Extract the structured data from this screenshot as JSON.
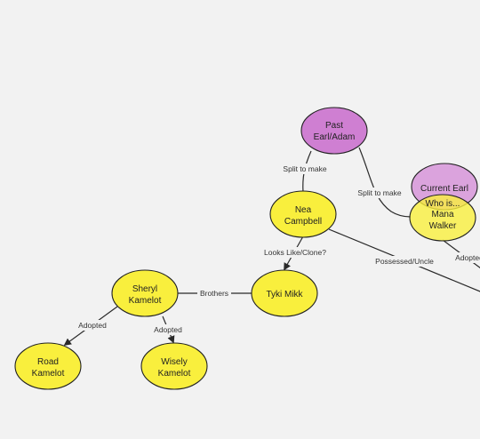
{
  "colors": {
    "background": "#f2f2f2",
    "yellow_node": "#f9ef3d",
    "magenta_node": "#cf7fd2",
    "light_magenta_node": "#dba3dd",
    "edge": "#2a2a2a"
  },
  "nodes": [
    {
      "id": "past_earl",
      "lines": [
        "Past",
        "Earl/Adam"
      ],
      "color": "magenta"
    },
    {
      "id": "current_earl",
      "lines": [
        "Current Earl"
      ],
      "color": "light_magenta"
    },
    {
      "id": "mana_walker",
      "lines": [
        "Mana",
        "Walker"
      ],
      "color": "yellow_translucent",
      "overlay_label": "Who is..."
    },
    {
      "id": "nea_campbell",
      "lines": [
        "Nea",
        "Campbell"
      ],
      "color": "yellow"
    },
    {
      "id": "tyki_mikk",
      "lines": [
        "Tyki Mikk"
      ],
      "color": "yellow"
    },
    {
      "id": "sheryl_kamelot",
      "lines": [
        "Sheryl",
        "Kamelot"
      ],
      "color": "yellow"
    },
    {
      "id": "road_kamelot",
      "lines": [
        "Road",
        "Kamelot"
      ],
      "color": "yellow"
    },
    {
      "id": "wisely_kamelot",
      "lines": [
        "Wisely",
        "Kamelot"
      ],
      "color": "yellow"
    }
  ],
  "edges": [
    {
      "id": "past_to_nea",
      "label": "Split to make",
      "from": "past_earl",
      "to": "nea_campbell"
    },
    {
      "id": "past_to_mana",
      "label": "Split to make",
      "from": "past_earl",
      "to": "mana_walker"
    },
    {
      "id": "nea_to_tyki",
      "label": "Looks Like/Clone?",
      "from": "nea_campbell",
      "to": "tyki_mikk"
    },
    {
      "id": "nea_possessed",
      "label": "Possessed/Uncle",
      "from": "nea_campbell",
      "to": "offscreen"
    },
    {
      "id": "mana_adopted",
      "label": "Adopted",
      "from": "mana_walker",
      "to": "offscreen"
    },
    {
      "id": "sheryl_tyki",
      "label": "Brothers",
      "from": "sheryl_kamelot",
      "to": "tyki_mikk"
    },
    {
      "id": "sheryl_road",
      "label": "Adopted",
      "from": "sheryl_kamelot",
      "to": "road_kamelot"
    },
    {
      "id": "sheryl_wisely",
      "label": "Adopted",
      "from": "sheryl_kamelot",
      "to": "wisely_kamelot"
    }
  ]
}
